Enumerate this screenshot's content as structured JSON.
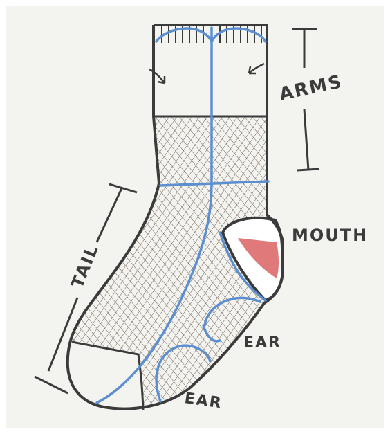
{
  "labels": {
    "arms": "ARMS",
    "mouth": "MOUTH",
    "tail": "TAIL",
    "ear_upper": "EAR",
    "ear_lower": "EAR"
  },
  "colors": {
    "paper": "#f3f3f0",
    "outline": "#3b3b3b",
    "seam": "#5b8fd0",
    "hatch": "#6e5a4e",
    "mouth_fill": "#e07a7a"
  }
}
